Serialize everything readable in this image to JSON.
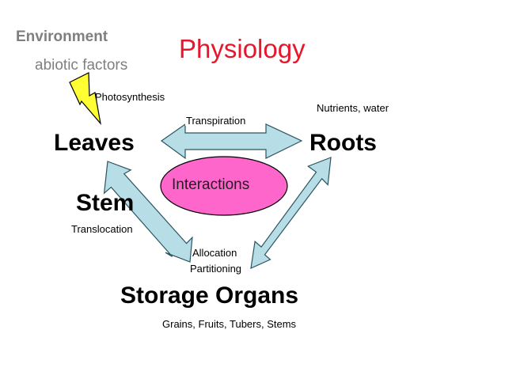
{
  "title": "Physiology",
  "environment": {
    "heading": "Environment",
    "subheading": "abiotic factors"
  },
  "processes": {
    "photosynthesis": "Photosynthesis",
    "transpiration": "Transpiration",
    "nutrients": "Nutrients, water",
    "translocation": "Translocation",
    "allocation": "Allocation",
    "partitioning": "Partitioning"
  },
  "organs": {
    "leaves": "Leaves",
    "roots": "Roots",
    "stem": "Stem",
    "storage": "Storage Organs",
    "storage_examples": "Grains, Fruits, Tubers, Stems"
  },
  "center": {
    "label": "Interactions"
  },
  "colors": {
    "title": "#e8162c",
    "environment_text": "#7f7f7f",
    "arrow_fill": "#b7dde6",
    "arrow_stroke": "#2a5560",
    "ellipse_fill": "#ff66cc",
    "bolt_fill": "#ffff33"
  }
}
